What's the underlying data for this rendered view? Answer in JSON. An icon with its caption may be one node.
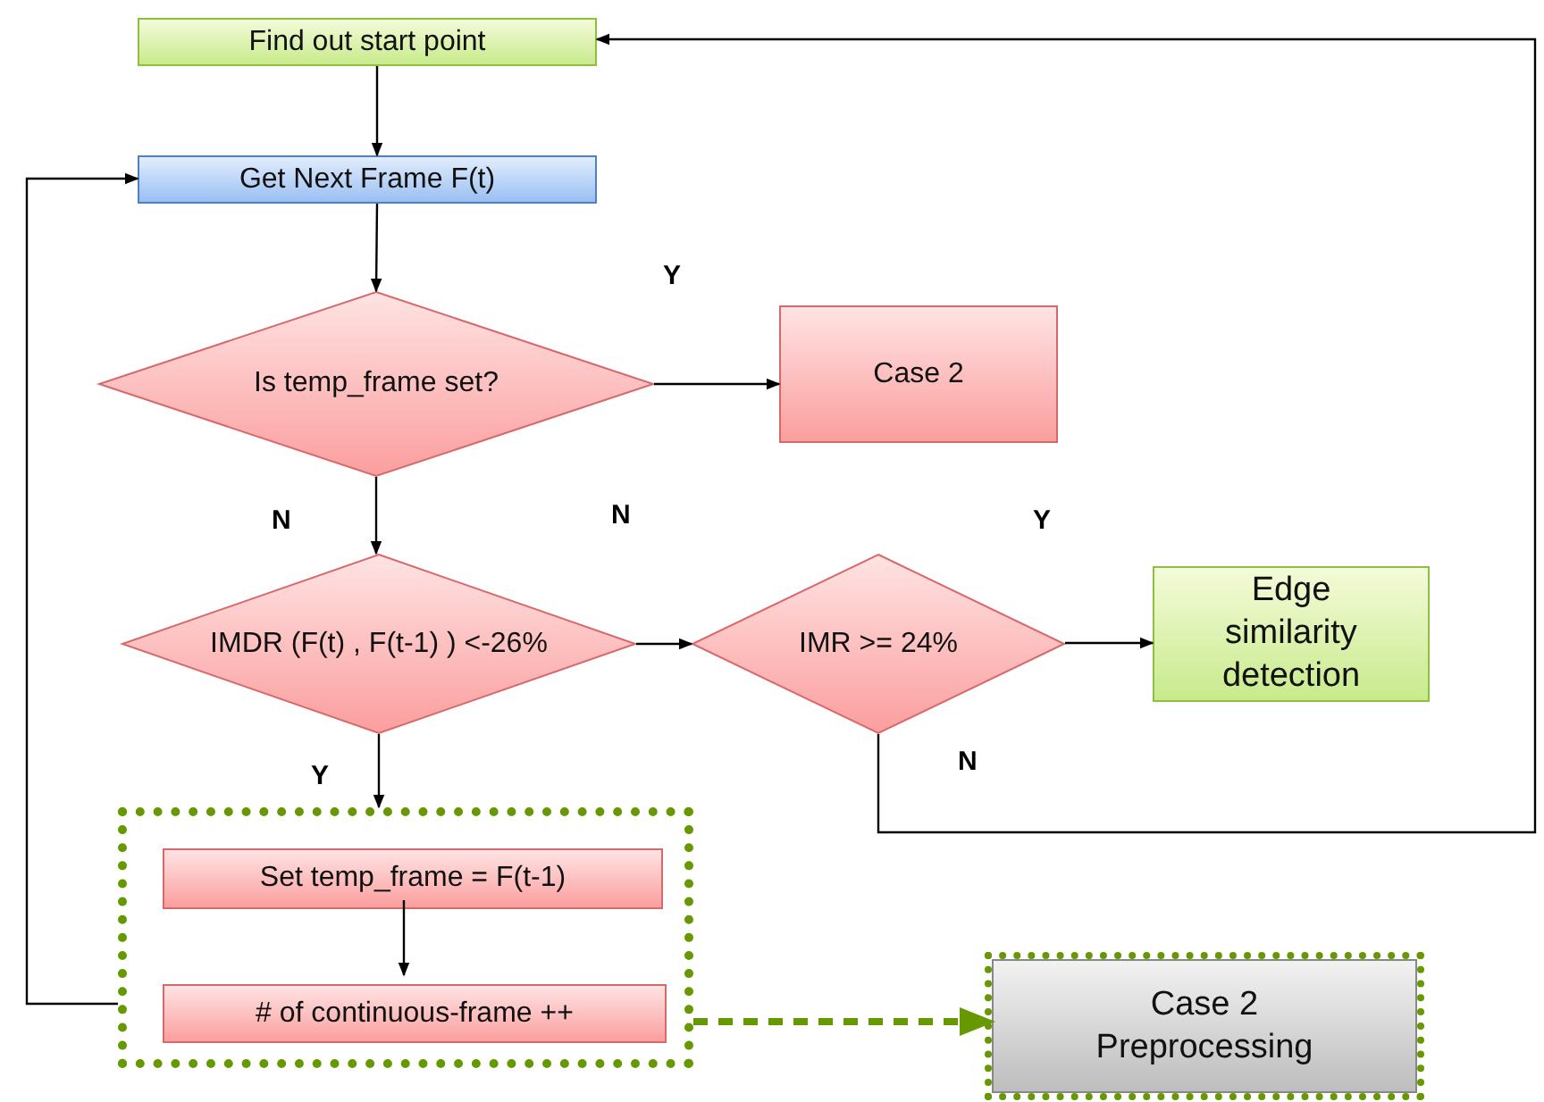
{
  "diagram": {
    "nodes": [
      {
        "text": [
          "Find out start point"
        ]
      },
      {
        "text": [
          "Get Next Frame F(t)"
        ]
      },
      {
        "text": [
          "Is  temp_frame set?"
        ]
      },
      {
        "text": [
          "Case 2"
        ]
      },
      {
        "text": [
          "IMDR (F(t) , F(t-1) ) <-26%"
        ]
      },
      {
        "text": [
          "IMR >= 24%"
        ]
      },
      {
        "text": [
          "Edge similarity detection"
        ]
      },
      {
        "text": [],
        "shape": "box"
      },
      {
        "text": [
          "Set temp_frame = F(t-1)"
        ],
        "in": 7
      },
      {
        "text": [
          "# of continuous-frame ++"
        ],
        "in": 7
      },
      {
        "text": [
          "Case 2 Preprocessing"
        ]
      }
    ],
    "edges": [
      {
        "from": 0,
        "to": 1,
        "arrow": "to"
      },
      {
        "from": 1,
        "to": 2,
        "arrow": "to"
      },
      {
        "from": 2,
        "to": 3,
        "arrow": "to",
        "label": "Y"
      },
      {
        "from": 2,
        "to": 4,
        "arrow": "to",
        "label": "N"
      },
      {
        "from": 4,
        "to": 5,
        "arrow": "to",
        "label": "N"
      },
      {
        "from": 5,
        "to": 6,
        "arrow": "to",
        "label": "Y"
      },
      {
        "from": 4,
        "to": 7,
        "arrow": "to",
        "label": "Y"
      },
      {
        "from": 8,
        "to": 9,
        "arrow": "to"
      },
      {
        "from": 7,
        "to": 1,
        "arrow": "to"
      },
      {
        "from": 7,
        "to": 10,
        "arrow": "to",
        "style": "dashed",
        "color": "#669900"
      },
      {
        "from": 5,
        "to": 0,
        "arrow": "to",
        "label": "N"
      }
    ]
  }
}
